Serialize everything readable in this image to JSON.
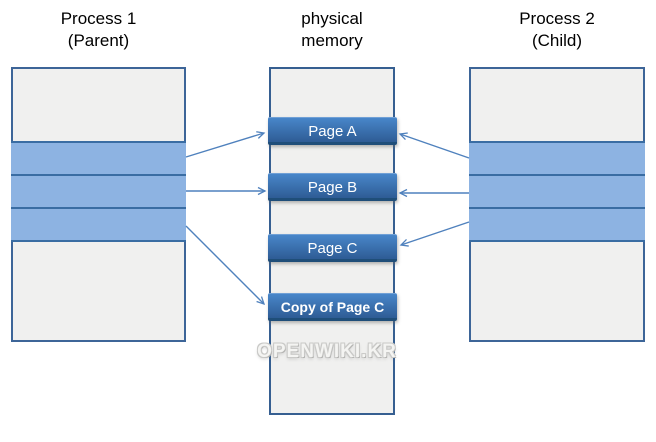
{
  "columns": {
    "parent": {
      "title_line1": "Process 1",
      "title_line2": "(Parent)"
    },
    "memory": {
      "title_line1": "physical",
      "title_line2": "memory"
    },
    "child": {
      "title_line1": "Process 2",
      "title_line2": "(Child)"
    }
  },
  "pages": [
    {
      "label": "Page A"
    },
    {
      "label": "Page B"
    },
    {
      "label": "Page C"
    },
    {
      "label": "Copy of Page C"
    }
  ],
  "watermark": "OPENWIKI.KR",
  "colors": {
    "process_band": "#8db3e2",
    "band_separator": "#3a6da3",
    "rect_outline": "#3d6598",
    "segment_fill": "#f0f0ef",
    "page_box_gradient_top": "#4886c9",
    "page_box_gradient_bottom": "#2e5c95",
    "page_box_bottom_edge": "#1f4e79",
    "page_box_text": "#ffffff",
    "arrow": "#4f81bd",
    "title_text": "#000000"
  }
}
